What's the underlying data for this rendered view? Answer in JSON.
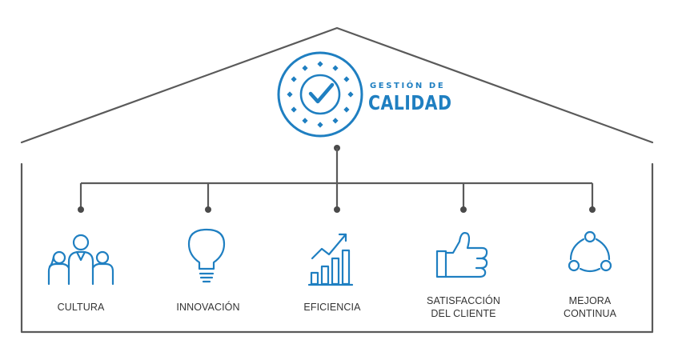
{
  "brand": {
    "line1": "GESTIÓN DE",
    "line2": "CALIDAD"
  },
  "pillars": [
    {
      "lines": [
        "CULTURA"
      ],
      "icon": "people-group-icon"
    },
    {
      "lines": [
        "INNOVACIÓN"
      ],
      "icon": "lightbulb-icon"
    },
    {
      "lines": [
        "EFICIENCIA"
      ],
      "icon": "growth-chart-icon"
    },
    {
      "lines": [
        "SATISFACCIÓN",
        "DEL CLIENTE"
      ],
      "icon": "thumbs-up-icon"
    },
    {
      "lines": [
        "MEJORA",
        "CONTINUA"
      ],
      "icon": "cycle-icon"
    }
  ],
  "colors": {
    "accent": "#1f7fc1",
    "line": "#5a5a5a",
    "text": "#333333"
  }
}
